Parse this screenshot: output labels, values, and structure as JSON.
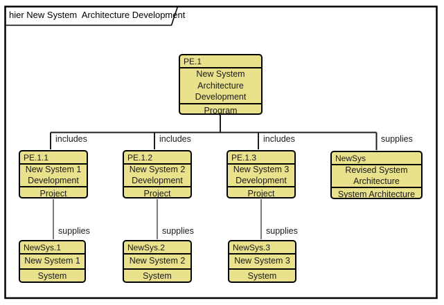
{
  "frame": {
    "title": "hier New System  Architecture Development"
  },
  "colors": {
    "node_fill": "#e9e18c",
    "node_border": "#000000",
    "frame_border": "#000000",
    "includes_edge": "#1c1c1c",
    "supplies_edge_gray": "#7a7a7a"
  },
  "nodes": [
    {
      "header": "PE.1",
      "body": [
        "New System",
        "Architecture",
        "Development"
      ],
      "footer": "Program"
    },
    {
      "header": "PE.1.1",
      "body": [
        "New System 1",
        "Development"
      ],
      "footer": "Project"
    },
    {
      "header": "PE.1.2",
      "body": [
        "New System 2",
        "Development"
      ],
      "footer": "Project"
    },
    {
      "header": "PE.1.3",
      "body": [
        "New System 3",
        "Development"
      ],
      "footer": "Project"
    },
    {
      "header": "NewSys",
      "body": [
        "Revised System",
        "Architecture"
      ],
      "footer": "System Architecture"
    },
    {
      "header": "NewSys.1",
      "body": [
        "New System 1"
      ],
      "footer": "System"
    },
    {
      "header": "NewSys.2",
      "body": [
        "New System 2"
      ],
      "footer": "System"
    },
    {
      "header": "NewSys.3",
      "body": [
        "New System 3"
      ],
      "footer": "System"
    }
  ],
  "edges": [
    {
      "from": "PE.1",
      "to": "PE.1.1",
      "label": "includes"
    },
    {
      "from": "PE.1",
      "to": "PE.1.2",
      "label": "includes"
    },
    {
      "from": "PE.1",
      "to": "PE.1.3",
      "label": "includes"
    },
    {
      "from": "PE.1",
      "to": "NewSys",
      "label": "supplies"
    },
    {
      "from": "PE.1.1",
      "to": "NewSys.1",
      "label": "supplies"
    },
    {
      "from": "PE.1.2",
      "to": "NewSys.2",
      "label": "supplies"
    },
    {
      "from": "PE.1.3",
      "to": "NewSys.3",
      "label": "supplies"
    }
  ]
}
